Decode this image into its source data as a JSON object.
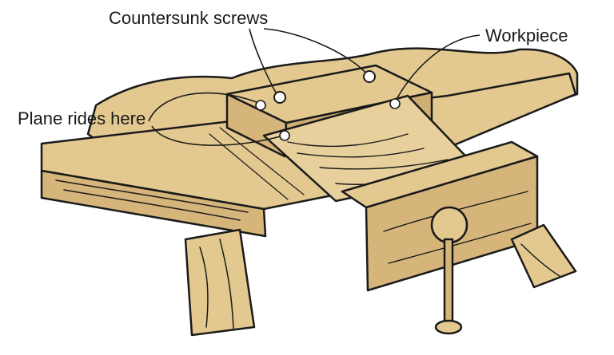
{
  "colors": {
    "wood": "#e3c88f",
    "wood_shadow": "#cfae72",
    "ink": "#1a1a1a",
    "marker_fill": "#ffffff"
  },
  "labels": {
    "countersunk_screws": "Countersunk screws",
    "workpiece": "Workpiece",
    "plane_rides_here": "Plane rides here"
  }
}
